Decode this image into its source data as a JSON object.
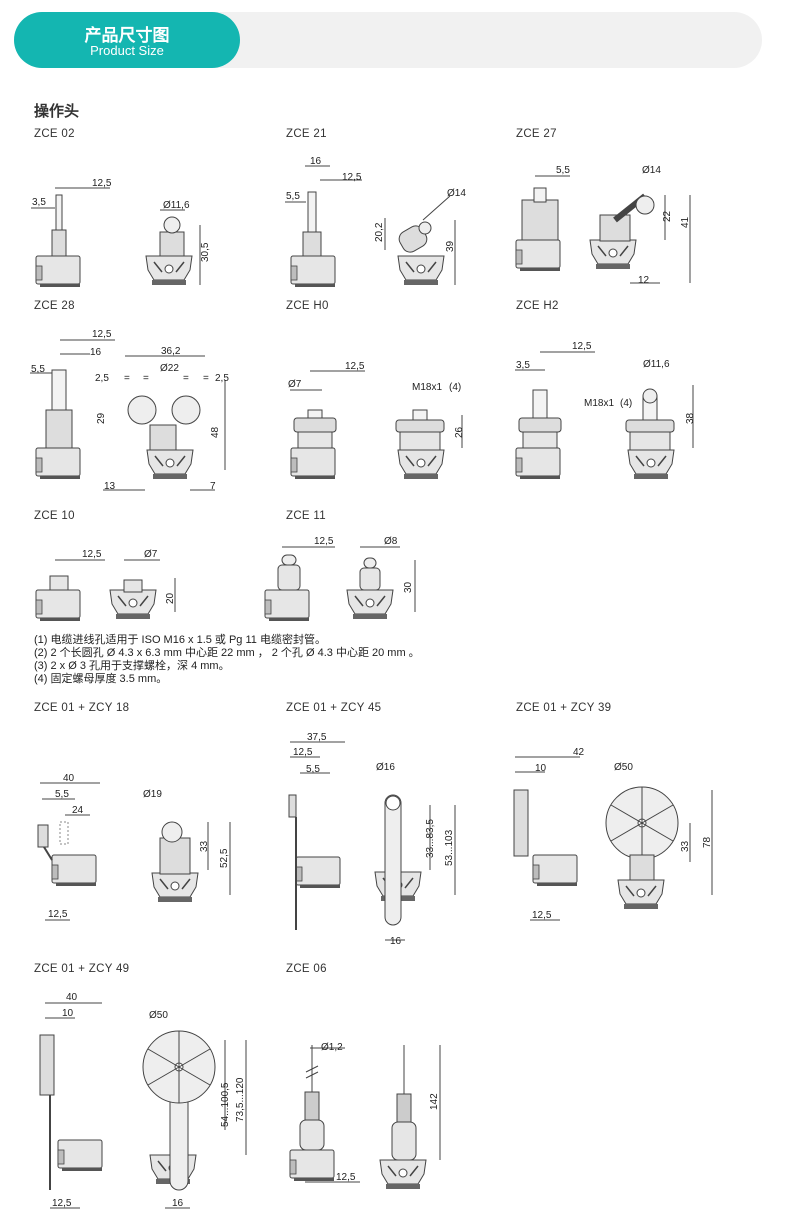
{
  "banner": {
    "title": "产品尺寸图",
    "subtitle": "Product Size"
  },
  "section_title": "操作头",
  "models": {
    "zce02": "ZCE 02",
    "zce21": "ZCE 21",
    "zce27": "ZCE 27",
    "zce28": "ZCE 28",
    "zceh0": "ZCE H0",
    "zceh2": "ZCE H2",
    "zce10": "ZCE 10",
    "zce11": "ZCE 11",
    "zce01_18": "ZCE 01 + ZCY 18",
    "zce01_45": "ZCE 01 + ZCY 45",
    "zce01_39": "ZCE 01 + ZCY 39",
    "zce01_49": "ZCE 01 + ZCY 49",
    "zce06": "ZCE 06"
  },
  "notes": [
    "(1) 电缆进线孔适用于 ISO M16 x 1.5 或 Pg 11 电缆密封管。",
    "(2) 2 个长圆孔 Ø 4.3 x 6.3 mm 中心距 22 mm ， 2 个孔 Ø 4.3 中心距 20 mm 。",
    "(3) 2 x Ø 3 孔用于支撑螺栓，深 4 mm。",
    "(4) 固定螺母厚度 3.5 mm。"
  ],
  "dims": {
    "zce02": [
      "3,5",
      "12,5",
      "Ø11,6",
      "30,5"
    ],
    "zce21": [
      "16",
      "12,5",
      "5,5",
      "Ø14",
      "20,2",
      "39"
    ],
    "zce27": [
      "5,5",
      "Ø14",
      "22",
      "41",
      "12"
    ],
    "zce28": [
      "12,5",
      "16",
      "5,5",
      "36,2",
      "Ø22",
      "2,5",
      "2,5",
      "=",
      "=",
      "=",
      "=",
      "29",
      "48",
      "13",
      "7"
    ],
    "zceh0": [
      "12,5",
      "Ø7",
      "M18x1",
      "(4)",
      "26"
    ],
    "zceh2": [
      "12,5",
      "3,5",
      "Ø11,6",
      "M18x1",
      "(4)",
      "38"
    ],
    "zce10": [
      "12,5",
      "Ø7",
      "20"
    ],
    "zce11": [
      "12,5",
      "Ø8",
      "30"
    ],
    "zce01_18": [
      "40",
      "5,5",
      "24",
      "12,5",
      "Ø19",
      "33",
      "52,5"
    ],
    "zce01_45": [
      "37,5",
      "12,5",
      "5,5",
      "Ø16",
      "33...83,5",
      "53...103",
      "16"
    ],
    "zce01_39": [
      "42",
      "10",
      "Ø50",
      "33",
      "78",
      "12,5"
    ],
    "zce01_49": [
      "40",
      "10",
      "Ø50",
      "54...100,5",
      "73,5...120",
      "12,5",
      "16"
    ],
    "zce06": [
      "Ø1,2",
      "142",
      "12,5"
    ]
  }
}
